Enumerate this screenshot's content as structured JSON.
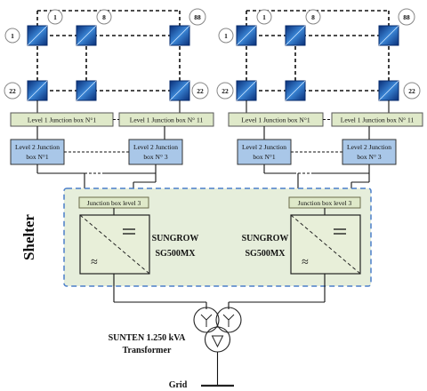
{
  "panel_labels": {
    "top_left": "1",
    "top_mid": "8",
    "top_right": "88",
    "side_top": "1",
    "side_bottom": "22"
  },
  "level1_boxes": {
    "first": "Level 1 Junction box N°1",
    "last": "Level 1 Junction box N° 11"
  },
  "level2_boxes": {
    "first": [
      "Level 2 Junction",
      "box N°1"
    ],
    "last": [
      "Level 2 Junction",
      "box N° 3"
    ]
  },
  "shelter": {
    "label": "Shelter",
    "junction_box": "Junction box level 3",
    "inverter_brand": "SUNGROW",
    "inverter_model": "SG500MX"
  },
  "transformer": {
    "line1": "SUNTEN 1.250 kVA",
    "line2": "Transformer"
  },
  "grid_label": "Grid",
  "colors": {
    "panel_dark": "#0d3f91",
    "panel_light": "#4f9be0",
    "level1_fill": "#dfe9c9",
    "level2_fill": "#a9c7e8",
    "shelter_fill": "#e6eedb",
    "shelter_border": "#4a7ec9",
    "inverter_fill": "#e8efd9"
  }
}
